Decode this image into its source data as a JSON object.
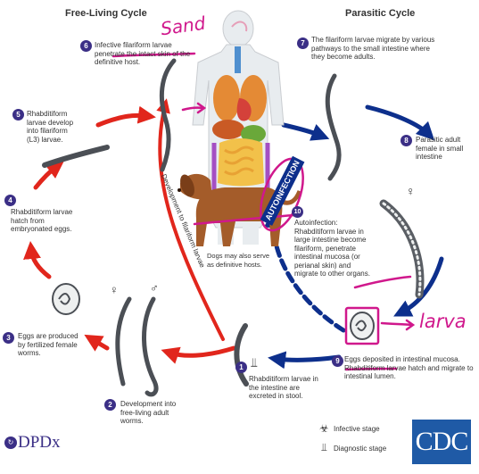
{
  "titles": {
    "free": "Free-Living Cycle",
    "parasitic": "Parasitic Cycle"
  },
  "steps": [
    {
      "num": "1",
      "text": "Rhabditiform larvae in the intestine are excreted in stool."
    },
    {
      "num": "2",
      "text": "Development into free-living adult worms."
    },
    {
      "num": "3",
      "text": "Eggs are produced by fertilized female worms."
    },
    {
      "num": "4",
      "text": "Rhabditiform larvae hatch from embryonated eggs."
    },
    {
      "num": "5",
      "text": "Rhabditiform larvae develop into filariform (L3) larvae."
    },
    {
      "num": "6",
      "text": "Infective filariform larvae penetrate the intact skin of the definitive host."
    },
    {
      "num": "7",
      "text": "The filariform larvae migrate by various pathways to the small intestine where they become adults."
    },
    {
      "num": "8",
      "text": "Parasitic adult female in small intestine"
    },
    {
      "num": "9",
      "text": "Eggs deposited in intestinal mucosa. Rhabditiform larvae hatch and migrate to intestinal lumen."
    },
    {
      "num": "10",
      "text": "Autoinfection: Rhabditiform larvae in large intestine become filariform, penetrate intestinal mucosa (or perianal skin) and migrate to other organs."
    }
  ],
  "autoinfection_label": "AUTOINFECTION",
  "development_label": "Development to filariform larvae",
  "dogs_note": "Dogs may also serve as definitive hosts.",
  "sex_symbols": {
    "female": "♀",
    "male": "♂"
  },
  "legend": {
    "infective": "Infective stage",
    "diagnostic": "Diagnostic stage"
  },
  "logos": {
    "dpdx": "DPDx",
    "cdc": "CDC"
  },
  "annotations": {
    "sand": "Sand",
    "larva": "larva"
  },
  "colors": {
    "red_arrow": "#e1261c",
    "blue_arrow": "#0d2f8c",
    "pen": "#d0188c",
    "badge": "#3b2f86",
    "cdc": "#1f5aa6"
  }
}
